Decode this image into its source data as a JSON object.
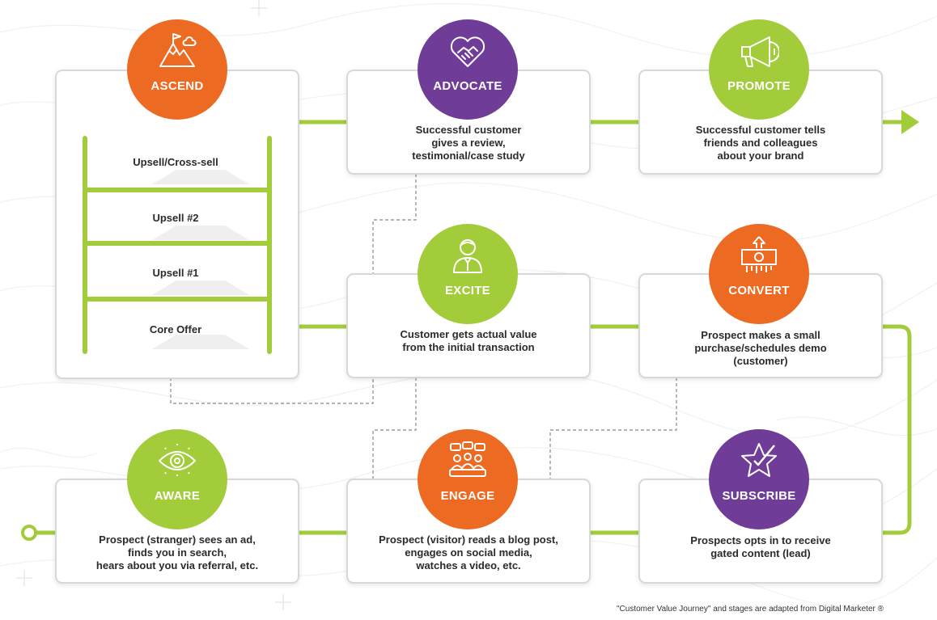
{
  "stages": {
    "ascend": {
      "label": "ASCEND",
      "color": "#ec6a22",
      "icon": "mountain-flag-icon"
    },
    "advocate": {
      "label": "ADVOCATE",
      "color": "#6f3d98",
      "icon": "handshake-heart-icon",
      "description": "Successful customer\ngives a review,\ntestimonial/case study"
    },
    "promote": {
      "label": "PROMOTE",
      "color": "#a2cc3a",
      "icon": "megaphone-icon",
      "description": "Successful customer tells\nfriends and colleagues\nabout your brand"
    },
    "excite": {
      "label": "EXCITE",
      "color": "#a2cc3a",
      "icon": "person-icon",
      "description": "Customer gets actual value\nfrom the initial transaction"
    },
    "convert": {
      "label": "CONVERT",
      "color": "#ec6a22",
      "icon": "money-arrow-icon",
      "description": "Prospect makes a small\npurchase/schedules demo\n(customer)"
    },
    "aware": {
      "label": "AWARE",
      "color": "#a2cc3a",
      "icon": "eye-icon",
      "description": "Prospect (stranger) sees an ad,\nfinds you in search,\nhears about you via referral, etc."
    },
    "engage": {
      "label": "ENGAGE",
      "color": "#ec6a22",
      "icon": "audience-chat-icon",
      "description": "Prospect (visitor) reads a blog post,\nengages on social media,\nwatches a video, etc."
    },
    "subscribe": {
      "label": "SUBSCRIBE",
      "color": "#6f3d98",
      "icon": "star-check-icon",
      "description": "Prospects opts in to receive\ngated content (lead)"
    }
  },
  "ladder": {
    "rungs": [
      "Upsell/Cross-sell",
      "Upsell #2",
      "Upsell #1",
      "Core Offer"
    ]
  },
  "footnote": "\"Customer Value Journey\" and stages are adapted from Digital Marketer ®"
}
